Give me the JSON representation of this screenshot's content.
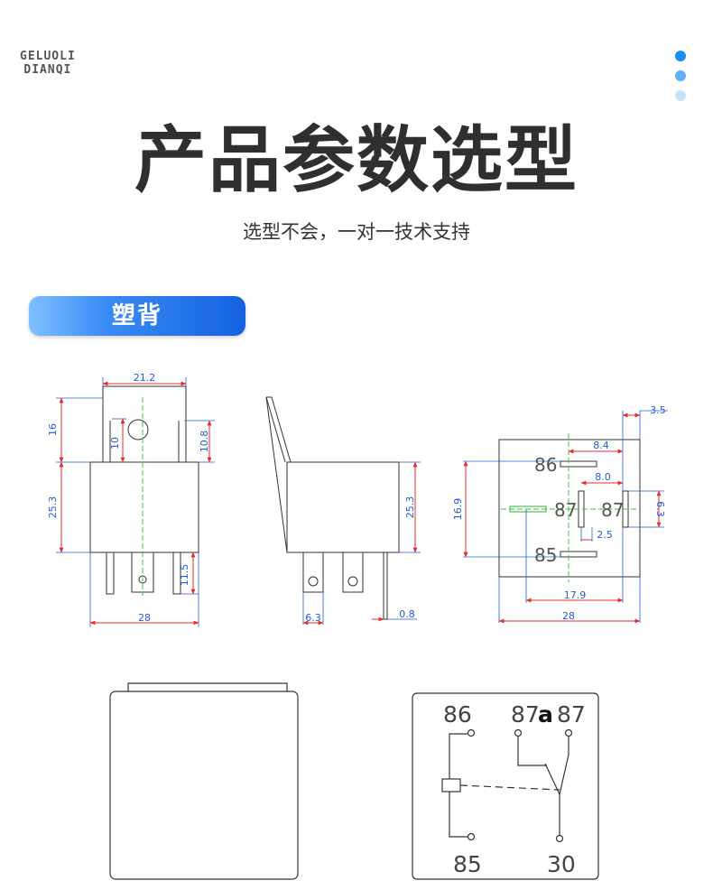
{
  "brand": {
    "line1": "GELUOLI",
    "line2": "DIANQI"
  },
  "page": {
    "title": "产品参数选型",
    "subtitle": "选型不会，一对一技术支持",
    "section_label": "塑背"
  },
  "colors": {
    "dot1": "#1a8cf2",
    "dot2": "#5fb1f5",
    "dot3": "#c5e2fb",
    "dimension": "#1f5bd8",
    "marker": "#e52b2b",
    "centerline": "#3ec23e"
  },
  "front_view": {
    "dims": {
      "top_width": "21.2",
      "height_upper": "16",
      "hole": "10",
      "tab": "10.8",
      "body_height": "25.3",
      "pin_len": "11.5",
      "width": "28"
    }
  },
  "side_view": {
    "dims": {
      "body_height": "25.3",
      "terminal": "6.3",
      "thickness": "0.8"
    }
  },
  "bottom_view": {
    "dims": {
      "offset": "3.5",
      "d1": "8.4",
      "d2": "8.0",
      "d3": "2.5",
      "d4": "17.9",
      "d5": "28",
      "height": "16.9",
      "term": "6.3"
    },
    "pins": {
      "p86": "86",
      "p87a": "87",
      "p87": "87",
      "p85": "85"
    }
  },
  "schematic": {
    "labels": {
      "p86": "86",
      "p87a_num": "87",
      "p87a_suffix": "a",
      "p87": "87",
      "p85": "85",
      "p30": "30"
    }
  }
}
